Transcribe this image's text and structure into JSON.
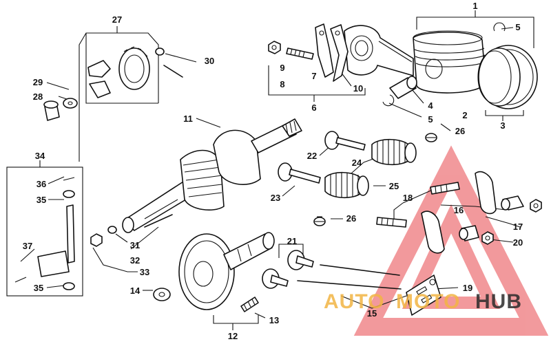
{
  "callouts": {
    "c1": "1",
    "c2": "2",
    "c3": "3",
    "c4": "4",
    "c5a": "5",
    "c5b": "5",
    "c6": "6",
    "c7": "7",
    "c8": "8",
    "c9": "9",
    "c10": "10",
    "c11": "11",
    "c12": "12",
    "c13": "13",
    "c14": "14",
    "c15": "15",
    "c16": "16",
    "c17": "17",
    "c18": "18",
    "c19": "19",
    "c20": "20",
    "c21": "21",
    "c22": "22",
    "c23": "23",
    "c24": "24",
    "c25": "25",
    "c26a": "26",
    "c26b": "26",
    "c27": "27",
    "c28": "28",
    "c29": "29",
    "c30": "30",
    "c31": "31",
    "c32": "32",
    "c33": "33",
    "c34": "34",
    "c35a": "35",
    "c35b": "35",
    "c36": "36",
    "c37": "37"
  },
  "watermark": {
    "part1": "AUTO",
    "part2": "MOTO",
    "part3": "HUB",
    "color_primary": "#e8474c",
    "color_secondary": "#f2b544",
    "color_dark": "#2b2b2b"
  }
}
